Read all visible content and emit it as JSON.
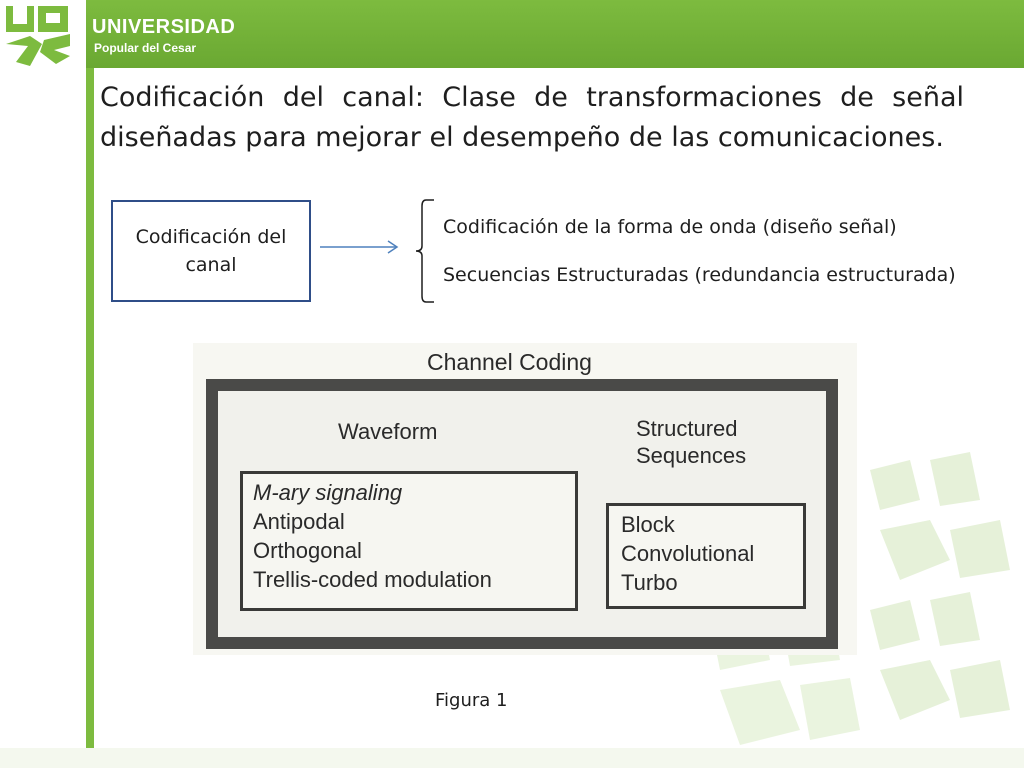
{
  "header": {
    "logo_title": "UNIVERSIDAD",
    "logo_subtitle": "Popular del Cesar"
  },
  "slide": {
    "title": "Codificación del canal: Clase de transformaciones de señal diseñadas para mejorar el desempeño de las comunicaciones."
  },
  "diagram": {
    "concept": "Codificación del canal",
    "branches": [
      "Codificación de la forma de onda (diseño señal)",
      "Secuencias Estructuradas (redundancia estructurada)"
    ]
  },
  "figure": {
    "heading": "Channel Coding",
    "waveform_label": "Waveform",
    "structured_label": "Structured Sequences",
    "waveform_items": [
      "M-ary signaling",
      "Antipodal",
      "Orthogonal",
      "Trellis-coded modulation"
    ],
    "structured_items": [
      "Block",
      "Convolutional",
      "Turbo"
    ],
    "caption": "Figura 1"
  },
  "colors": {
    "brand_green": "#7dbb3f",
    "box_border_blue": "#2f4e88",
    "arrow_blue": "#4f81bd"
  }
}
